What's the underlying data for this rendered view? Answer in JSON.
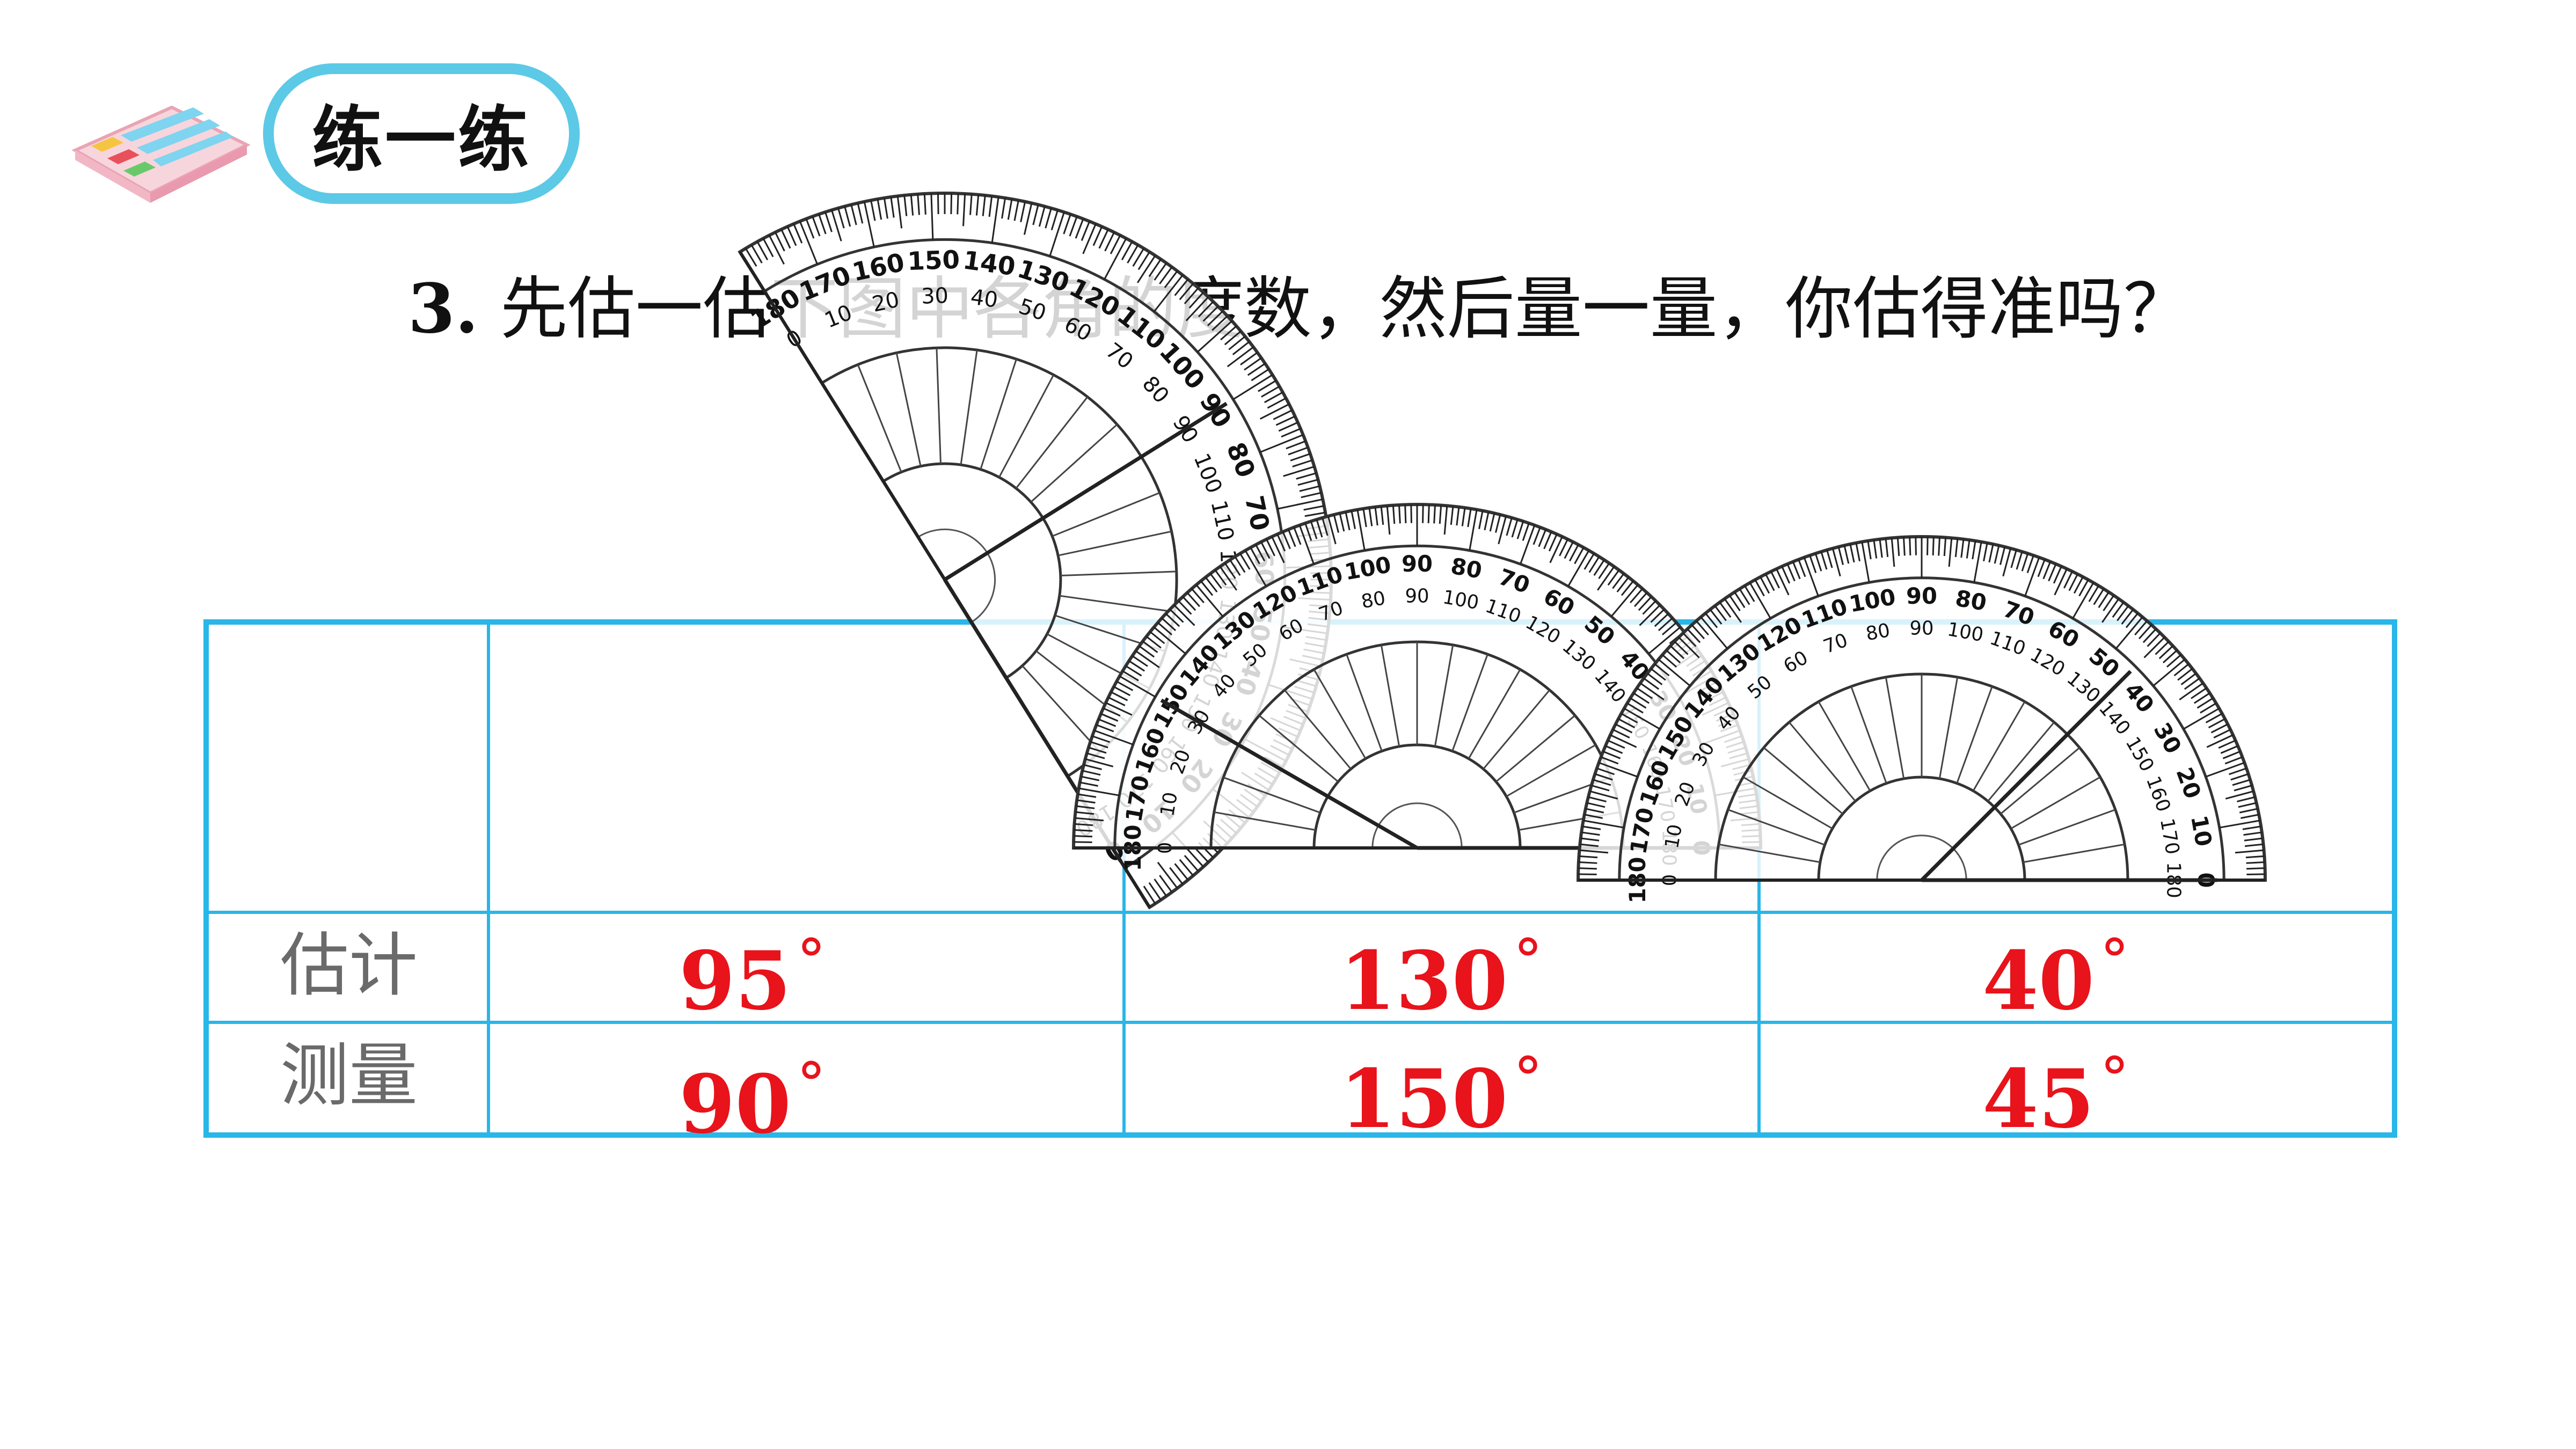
{
  "header": {
    "badge_icon": "worksheet-icon",
    "title": "练一练"
  },
  "question": {
    "number": "3.",
    "text": "先估一估下图中各角的度数，然后量一量，你估得准吗？"
  },
  "table": {
    "rows": [
      {
        "label": "估计",
        "values": [
          "95",
          "130",
          "40"
        ]
      },
      {
        "label": "测量",
        "values": [
          "90",
          "150",
          "45"
        ]
      }
    ],
    "degree_symbol": "°"
  },
  "protractors": {
    "outer_scale": [
      "0",
      "10",
      "20",
      "30",
      "40",
      "50",
      "60",
      "70",
      "80",
      "90",
      "100",
      "110",
      "120",
      "130",
      "140",
      "150",
      "160",
      "170",
      "180"
    ],
    "inner_scale": [
      "180",
      "170",
      "160",
      "150",
      "140",
      "130",
      "120",
      "110",
      "100",
      "90",
      "80",
      "70",
      "60",
      "50",
      "40",
      "30",
      "20",
      "10",
      "0"
    ]
  },
  "colors": {
    "accent_cyan": "#5cc9e6",
    "table_border": "#29b6e8",
    "answer_red": "#e8131b",
    "label_gray": "#6a6a6a"
  }
}
